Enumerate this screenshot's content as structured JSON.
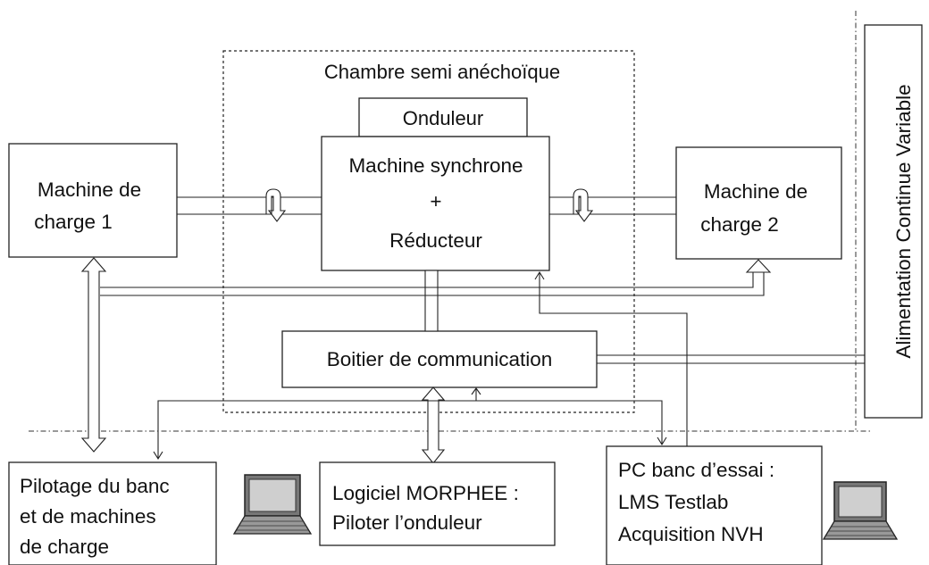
{
  "labels": {
    "chamber": "Chambre semi anéchoïque",
    "inverter": "Onduleur",
    "sync_machine_line1": "Machine synchrone",
    "sync_machine_line2": "+",
    "sync_machine_line3": "Réducteur",
    "load1_line1": "Machine de",
    "load1_line2": "charge 1",
    "load2_line1": "Machine de",
    "load2_line2": "charge 2",
    "comm_box": "Boitier de communication",
    "power_supply": "Alimentation Continue Variable",
    "bench_control_line1": "Pilotage du banc",
    "bench_control_line2": "et  de  machines",
    "bench_control_line3": "de charge",
    "morphee_line1": "Logiciel MORPHEE :",
    "morphee_line2": "Piloter l’onduleur",
    "pc_line1": "PC banc d’essai :",
    "pc_line2": "LMS Testlab",
    "pc_line3": "Acquisition NVH"
  },
  "icons": [
    "rotation-arrow-icon",
    "laptop-icon"
  ]
}
